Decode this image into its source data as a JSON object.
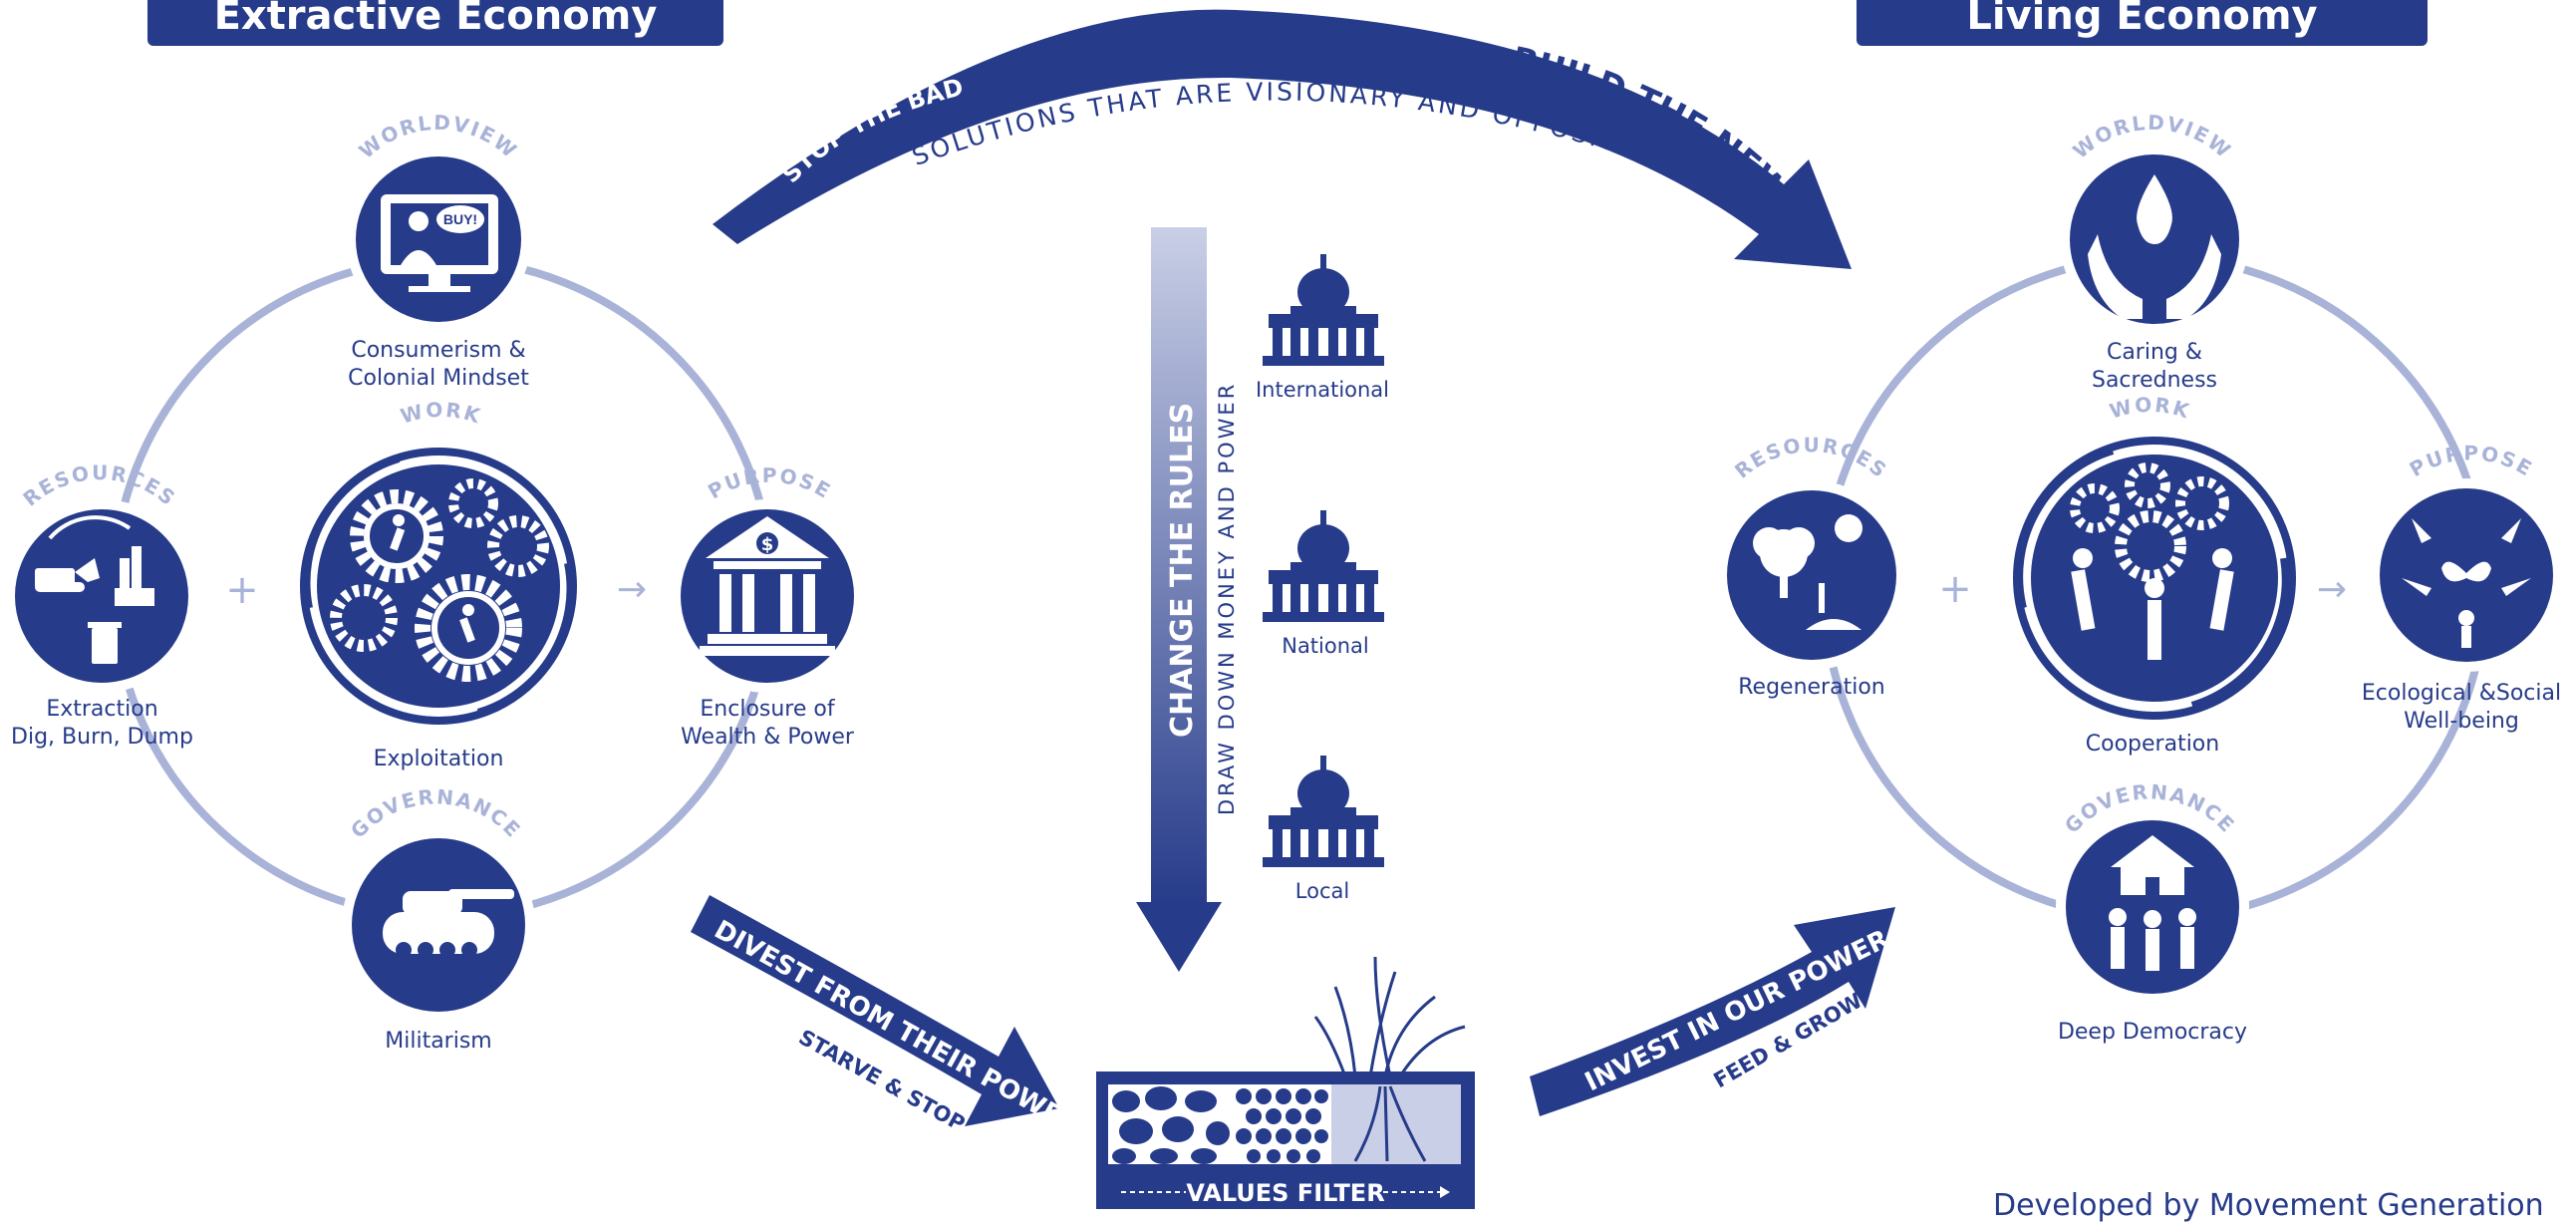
{
  "titles": {
    "left": "Extractive Economy",
    "right": "Living Economy"
  },
  "left": {
    "worldview": {
      "tag": "WORLDVIEW",
      "line1": "Consumerism &",
      "line2": "Colonial Mindset",
      "bubble": "BUY!"
    },
    "resources": {
      "tag": "RESOURCES",
      "line1": "Extraction",
      "line2": "Dig, Burn, Dump"
    },
    "work": {
      "tag": "WORK",
      "line1": "Exploitation"
    },
    "purpose": {
      "tag": "PURPOSE",
      "line1": "Enclosure of",
      "line2": "Wealth & Power"
    },
    "governance": {
      "tag": "GOVERNANCE",
      "line1": "Militarism"
    },
    "plus": "+",
    "arrow": "→"
  },
  "right": {
    "worldview": {
      "tag": "WORLDVIEW",
      "line1": "Caring &",
      "line2": "Sacredness"
    },
    "resources": {
      "tag": "RESOURCES",
      "line1": "Regeneration"
    },
    "work": {
      "tag": "WORK",
      "line1": "Cooperation"
    },
    "purpose": {
      "tag": "PURPOSE",
      "line1": "Ecological &Social",
      "line2": "Well-being"
    },
    "governance": {
      "tag": "GOVERNANCE",
      "line1": "Deep Democracy"
    },
    "plus": "+",
    "arrow": "→"
  },
  "top_arrow": {
    "stop": "STOP THE BAD",
    "build": "BUILD THE NEW",
    "subtitle": "SOLUTIONS THAT ARE VISIONARY AND OPPOSITIONAL"
  },
  "center": {
    "change": "CHANGE THE RULES",
    "draw_down": "DRAW DOWN MONEY AND POWER",
    "levels": [
      "International",
      "National",
      "Local"
    ]
  },
  "divest": {
    "main": "DIVEST FROM THEIR POWER",
    "sub": "STARVE & STOP"
  },
  "invest": {
    "main": "INVEST IN OUR POWER",
    "sub": "FEED & GROW"
  },
  "filter": {
    "label": "VALUES FILTER"
  },
  "credit": "Developed by Movement Generation",
  "colors": {
    "navy": "#263b8a",
    "light": "#a9b3d8",
    "white": "#ffffff"
  }
}
